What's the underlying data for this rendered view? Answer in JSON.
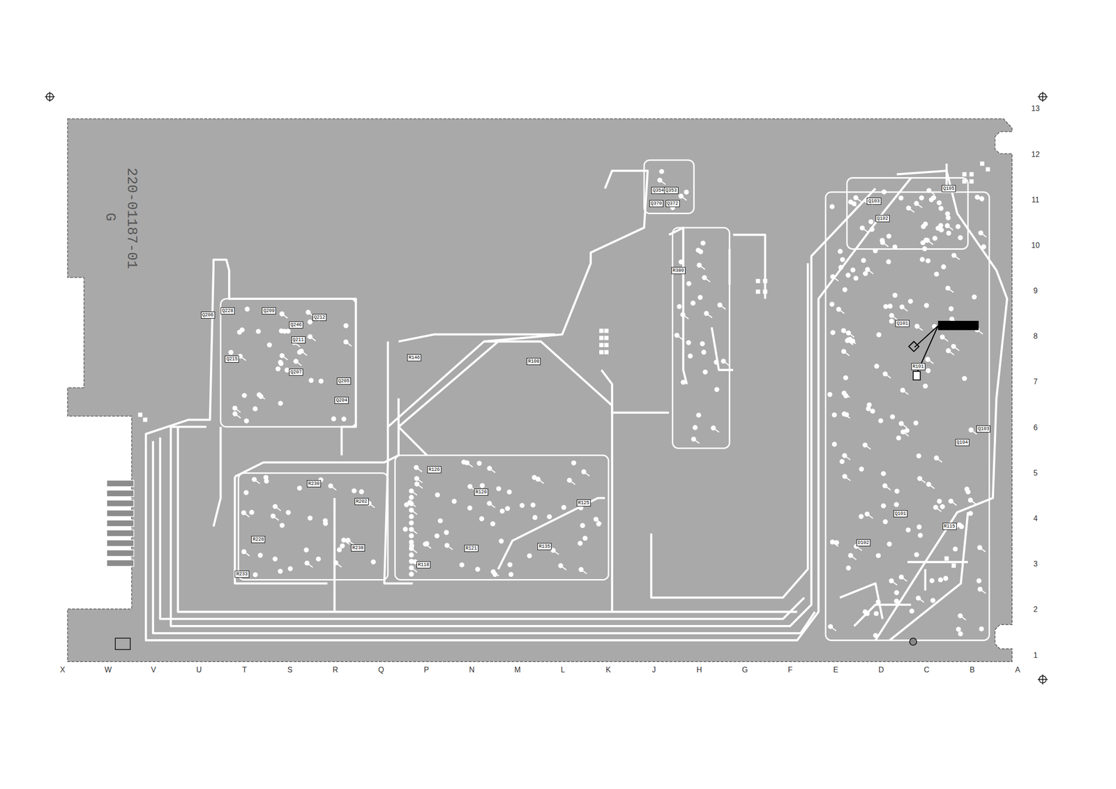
{
  "diagram": {
    "nodes": [
      {
        "text": [
          "Q105"
        ]
      },
      {
        "text": [
          "Q103"
        ]
      },
      {
        "text": [
          "Q102"
        ]
      },
      {
        "text": [
          "Q101"
        ]
      },
      {
        "text": [
          "R101"
        ]
      },
      {
        "text": [
          "Q103"
        ]
      },
      {
        "text": [
          "Q104"
        ]
      },
      {
        "text": [
          "Q101"
        ]
      },
      {
        "text": [
          "D102"
        ]
      },
      {
        "text": [
          "R115"
        ]
      },
      {
        "text": [
          "Q206"
        ]
      },
      {
        "text": [
          "Q228"
        ]
      },
      {
        "text": [
          "Q209"
        ]
      },
      {
        "text": [
          "Q212"
        ]
      },
      {
        "text": [
          "Q246"
        ]
      },
      {
        "text": [
          "Q211"
        ]
      },
      {
        "text": [
          "Q215"
        ]
      },
      {
        "text": [
          "Q207"
        ]
      },
      {
        "text": [
          "Q205"
        ]
      },
      {
        "text": [
          "Q204"
        ]
      },
      {
        "text": [
          "Q354"
        ]
      },
      {
        "text": [
          "Q353"
        ]
      },
      {
        "text": [
          "Q370"
        ]
      },
      {
        "text": [
          "Q372"
        ]
      },
      {
        "text": [
          "R380"
        ]
      },
      {
        "text": [
          "R146"
        ]
      },
      {
        "text": [
          "R108"
        ]
      },
      {
        "text": [
          "R126"
        ]
      },
      {
        "text": [
          "R120"
        ]
      },
      {
        "text": [
          "R125"
        ]
      },
      {
        "text": [
          "R121"
        ]
      },
      {
        "text": [
          "R135"
        ]
      },
      {
        "text": [
          "R118"
        ]
      },
      {
        "text": [
          "R230"
        ]
      },
      {
        "text": [
          "R202"
        ]
      },
      {
        "text": [
          "R228"
        ]
      },
      {
        "text": [
          "R238"
        ]
      },
      {
        "text": [
          "R233"
        ]
      }
    ],
    "labels": [
      "220-01187-01",
      "G",
      "13",
      "12",
      "11",
      "10",
      "9",
      "8",
      "7",
      "6",
      "5",
      "4",
      "3",
      "2",
      "1",
      "X",
      "W",
      "V",
      "U",
      "T",
      "S",
      "R",
      "Q",
      "P",
      "N",
      "M",
      "L",
      "K",
      "J",
      "H",
      "G",
      "F",
      "E",
      "D",
      "C",
      "B",
      "A"
    ]
  }
}
